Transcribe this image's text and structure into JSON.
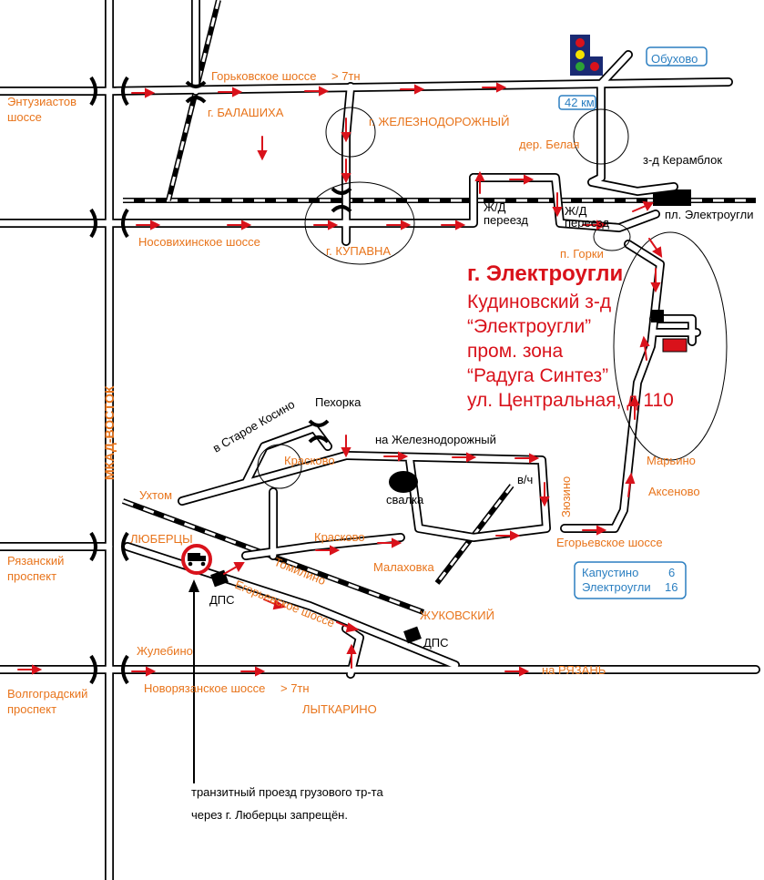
{
  "map": {
    "roads": {
      "gorkovskoe": "Горьковское шоссе",
      "gorkovskoe_limit": "> 7тн",
      "entuziastov": "Энтузиастов шоссе",
      "nosovikhinskoe": "Носовихинское шоссе",
      "mkad": "МКАД-ВОСТОК",
      "ryazansky": "Рязанский проспект",
      "volgogradsky": "Волгоградский проспект",
      "novoryazanskoe": "Новорязанское шоссе",
      "novoryazanskoe_limit": "> 7тн",
      "egoryevskoe_1": "Егорьевское шоссе",
      "egoryevskoe_2": "Егорьевское шоссе",
      "to_ryazan": "на РЯЗАНЬ",
      "to_zheleznodorozhny": "на Железнодорожный",
      "to_staroe_kosino": "в Старое Косино"
    },
    "places": {
      "balashikha": "г. БАЛАШИХА",
      "zheleznodorozhny": "г. ЖЕЛЕЗНОДОРОЖНЫЙ",
      "kupavna": "г. КУПАВНА",
      "obukhovo": "Обухово",
      "belaya": "дер. Белая",
      "keramblok": "з-д Керамблок",
      "pl_elektrougli": "пл. Электроугли",
      "gorki": "п. Горки",
      "crossing_1": "Ж/Д переезд",
      "crossing_2": "Ж/Д переезд",
      "pekhorka": "Пехорка",
      "ukhtom": "Ухтом",
      "kraskovo_1": "Красково",
      "kraskovo_2": "Красково",
      "svalka": "свалка",
      "vch": "в/ч",
      "zyuzino": "Зюзино",
      "maryino": "Марьино",
      "aksenovo": "Аксеново",
      "lyubertsy": "ЛЮБЕРЦЫ",
      "tomilino": "Томилино",
      "malakhovka": "Малаховка",
      "zhukovsky": "ЖУКОВСКИЙ",
      "lytkarino": "ЛЫТКАРИНО",
      "zhulebino": "Жулебино",
      "dps_1": "ДПС",
      "dps_2": "ДПС",
      "km_marker": "42 км"
    },
    "distance_sign": {
      "kapustino_name": "Капустино",
      "kapustino_km": "6",
      "elektrougli_name": "Электроугли",
      "elektrougli_km": "16"
    },
    "destination": {
      "city": "г. Электроугли",
      "line1": "Кудиновский з-д",
      "line2": "“Электроугли”",
      "line3": "пром. зона",
      "line4": "“Радуга Синтез”",
      "line5": "ул. Центральная, д 110"
    },
    "note": {
      "line1": "транзитный проезд грузового тр-та",
      "line2": "через г. Люберцы запрещён."
    },
    "colors": {
      "label_orange": "#e8741b",
      "arrow_red": "#d9121b",
      "sign_blue": "#2b7fc1"
    }
  }
}
